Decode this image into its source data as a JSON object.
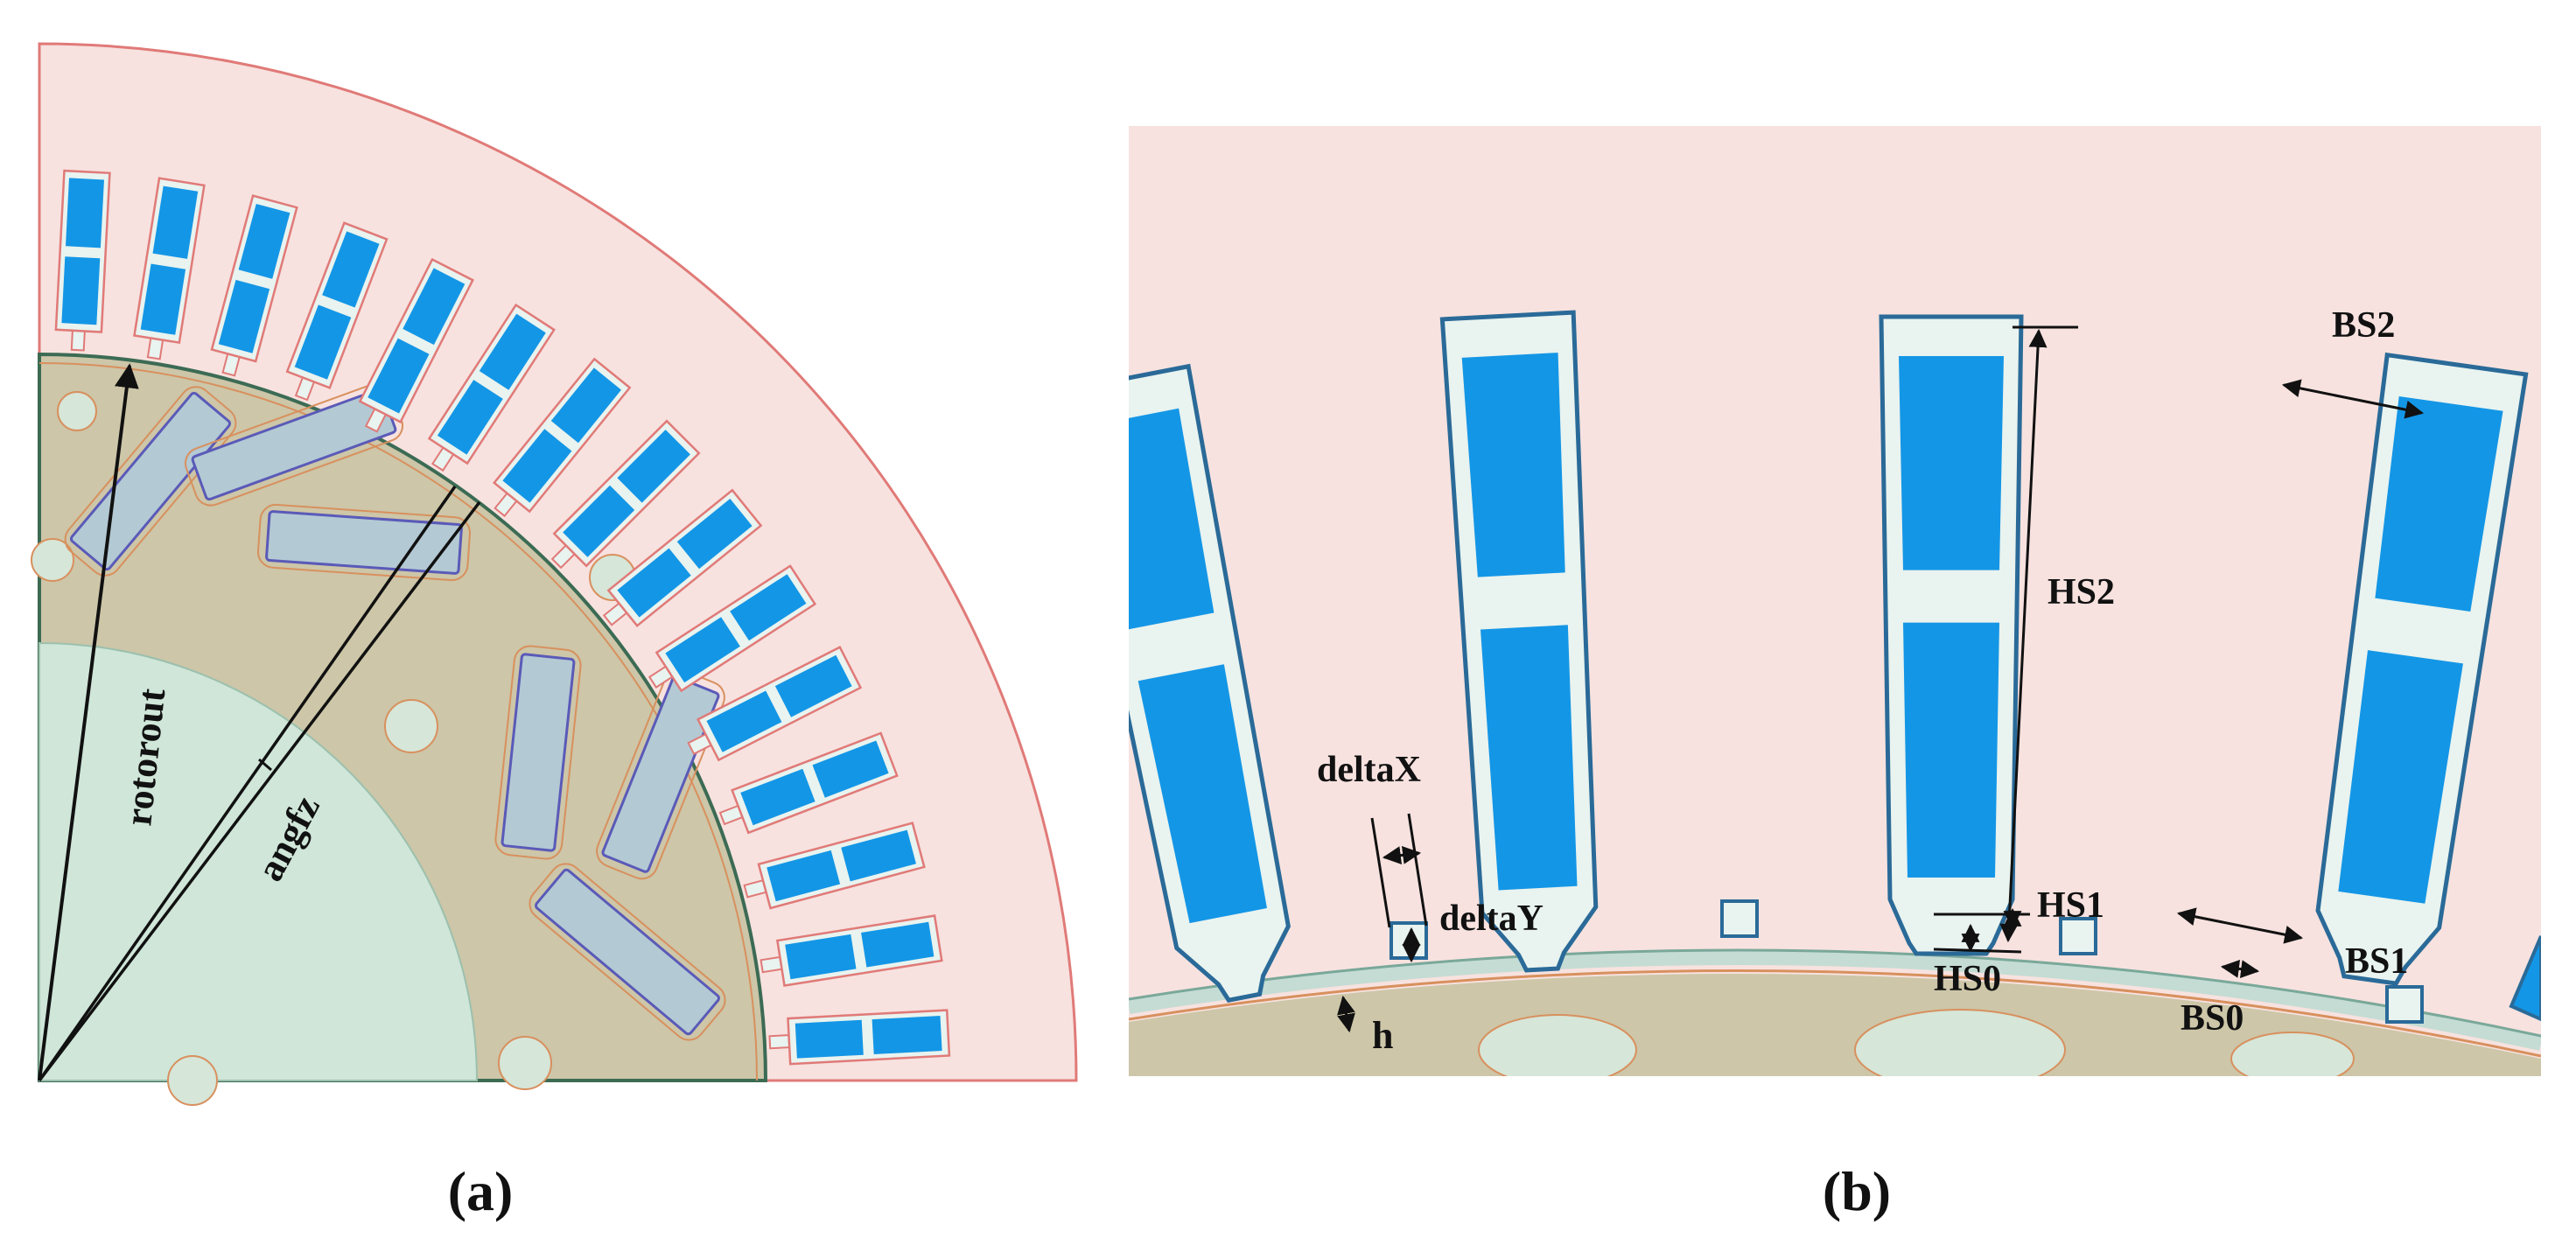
{
  "panels": {
    "a": {
      "caption": "(a)",
      "labels": {
        "rotorout": "rotorout",
        "angfz": "angfz"
      }
    },
    "b": {
      "caption": "(b)",
      "labels": {
        "bs2": "BS2",
        "hs2": "HS2",
        "hs1": "HS1",
        "hs0": "HS0",
        "bs1": "BS1",
        "bs0": "BS0",
        "delta_x": "deltaX",
        "delta_y": "deltaY",
        "h": "h"
      }
    }
  },
  "colors": {
    "stator": "#f7e2df",
    "stator_edge": "#e07a78",
    "rotor": "#cdc6a8",
    "rotor_edge": "#d8905e",
    "shaft": "#cfe6d9",
    "magnet": "#b3c9d4",
    "magnet_edge": "#5a5ab8",
    "slot_liner": "#e9f3ef",
    "slot_edge": "#2a6a98",
    "coil": "#1496e6",
    "airgap": "#c4dcd4",
    "duct": "#d6e6d8"
  }
}
